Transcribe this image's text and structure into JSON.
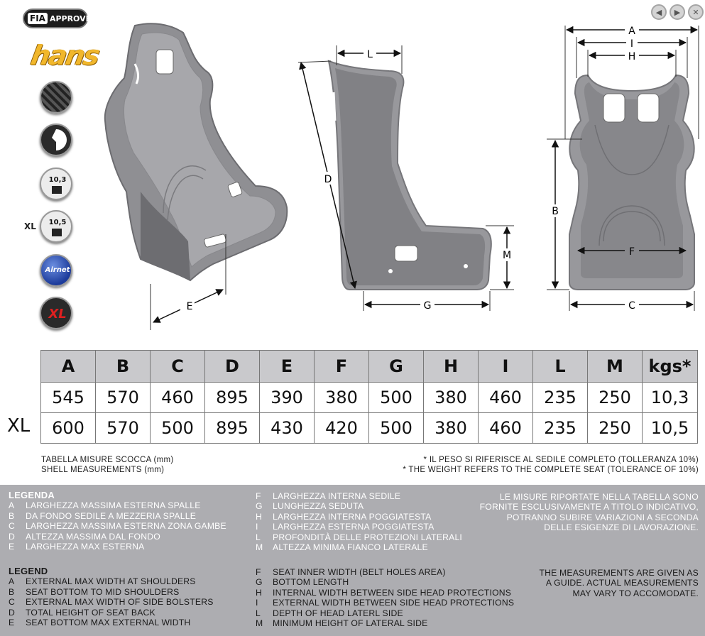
{
  "badges": {
    "fia_logo": "FIA",
    "fia_approved": "APPROVED",
    "hans_logo": "hans",
    "weight_standard": "10,3",
    "weight_xl": "10,5",
    "xl_label": "XL",
    "airnet": "Airnet",
    "xl_logo": "XL",
    "icons": [
      "carbon-fiber-icon",
      "shell-profile-icon",
      "weight-icon",
      "weight-icon",
      "airnet-icon",
      "xl-icon"
    ]
  },
  "nav": {
    "prev_icon": "arrow-left-icon",
    "next_icon": "arrow-right-icon",
    "close_icon": "close-icon"
  },
  "diagram_labels": {
    "front": {
      "E": "E"
    },
    "side": {
      "L": "L",
      "D": "D",
      "M": "M",
      "G": "G"
    },
    "top": {
      "A": "A",
      "I": "I",
      "H": "H",
      "B": "B",
      "F": "F",
      "C": "C"
    }
  },
  "table": {
    "headers": [
      "A",
      "B",
      "C",
      "D",
      "E",
      "F",
      "G",
      "H",
      "I",
      "L",
      "M",
      "kgs*"
    ],
    "rows": [
      {
        "label": "",
        "values": [
          "545",
          "570",
          "460",
          "895",
          "390",
          "380",
          "500",
          "380",
          "460",
          "235",
          "250",
          "10,3"
        ]
      },
      {
        "label": "XL",
        "values": [
          "600",
          "570",
          "500",
          "895",
          "430",
          "420",
          "500",
          "380",
          "460",
          "235",
          "250",
          "10,5"
        ]
      }
    ]
  },
  "notes": {
    "left_it": "TABELLA MISURE SCOCCA (mm)",
    "left_en": "SHELL MEASUREMENTS (mm)",
    "right_it": "* IL PESO SI RIFERISCE AL SEDILE COMPLETO (TOLLERANZA 10%)",
    "right_en": "* THE WEIGHT REFERS TO THE COMPLETE SEAT (TOLERANCE OF 10%)"
  },
  "legenda_it": {
    "title": "LEGENDA",
    "col1": [
      {
        "k": "A",
        "v": "LARGHEZZA MASSIMA ESTERNA SPALLE"
      },
      {
        "k": "B",
        "v": "DA FONDO SEDILE A MEZZERIA SPALLE"
      },
      {
        "k": "C",
        "v": "LARGHEZZA MASSIMA ESTERNA ZONA GAMBE"
      },
      {
        "k": "D",
        "v": "ALTEZZA MASSIMA DAL FONDO"
      },
      {
        "k": "E",
        "v": "LARGHEZZA MAX ESTERNA"
      }
    ],
    "col2": [
      {
        "k": "F",
        "v": "LARGHEZZA INTERNA SEDILE"
      },
      {
        "k": "G",
        "v": "LUNGHEZZA SEDUTA"
      },
      {
        "k": "H",
        "v": "LARGHEZZA INTERNA POGGIATESTA"
      },
      {
        "k": "I",
        "v": "LARGHEZZA ESTERNA POGGIATESTA"
      },
      {
        "k": "L",
        "v": "PROFONDITÀ DELLE PROTEZIONI LATERALI"
      },
      {
        "k": "M",
        "v": "ALTEZZA MINIMA FIANCO LATERALE"
      }
    ],
    "disclaimer": [
      "LE MISURE RIPORTATE NELLA TABELLA SONO",
      "FORNITE ESCLUSIVAMENTE A TITOLO INDICATIVO,",
      "POTRANNO SUBIRE VARIAZIONI A SECONDA",
      "DELLE ESIGENZE DI LAVORAZIONE."
    ]
  },
  "legend_en": {
    "title": "LEGEND",
    "col1": [
      {
        "k": "A",
        "v": "EXTERNAL MAX WIDTH AT SHOULDERS"
      },
      {
        "k": "B",
        "v": "SEAT BOTTOM TO MID SHOULDERS"
      },
      {
        "k": "C",
        "v": "EXTERNAL MAX WIDTH OF SIDE BOLSTERS"
      },
      {
        "k": "D",
        "v": "TOTAL HEIGHT OF SEAT BACK"
      },
      {
        "k": "E",
        "v": "SEAT BOTTOM MAX EXTERNAL WIDTH"
      }
    ],
    "col2": [
      {
        "k": "F",
        "v": "SEAT INNER WIDTH (BELT HOLES AREA)"
      },
      {
        "k": "G",
        "v": "BOTTOM LENGTH"
      },
      {
        "k": "H",
        "v": "INTERNAL WIDTH BETWEEN SIDE HEAD PROTECTIONS"
      },
      {
        "k": "I",
        "v": "EXTERNAL WIDTH BETWEEN SIDE HEAD PROTECTIONS"
      },
      {
        "k": "L",
        "v": "DEPTH OF HEAD LATERL SIDE"
      },
      {
        "k": "M",
        "v": "MINIMUM HEIGHT OF LATERAL SIDE"
      }
    ],
    "disclaimer": [
      "THE MEASUREMENTS ARE GIVEN AS",
      "A GUIDE. ACTUAL MEASUREMENTS",
      "MAY VARY TO ACCOMODATE."
    ]
  }
}
